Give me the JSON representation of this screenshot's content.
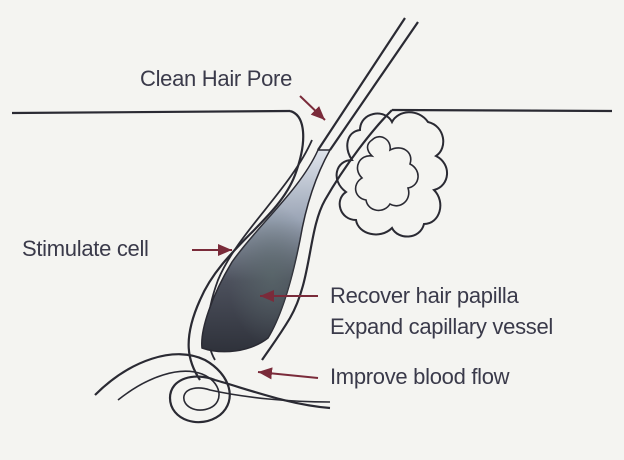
{
  "labels": {
    "clean_hair_pore": "Clean Hair Pore",
    "stimulate_cell": "Stimulate cell",
    "recover_hair_papilla": "Recover hair papilla",
    "expand_capillary_vessel": "Expand capillary vessel",
    "improve_blood_flow": "Improve blood flow"
  },
  "colors": {
    "outline": "#2a2a33",
    "arrow": "#7a2b3a",
    "bulb_dark": "#3c3f4a",
    "bulb_light": "#c9d2df",
    "background": "#f4f4f1",
    "text": "#3a3a4a"
  }
}
